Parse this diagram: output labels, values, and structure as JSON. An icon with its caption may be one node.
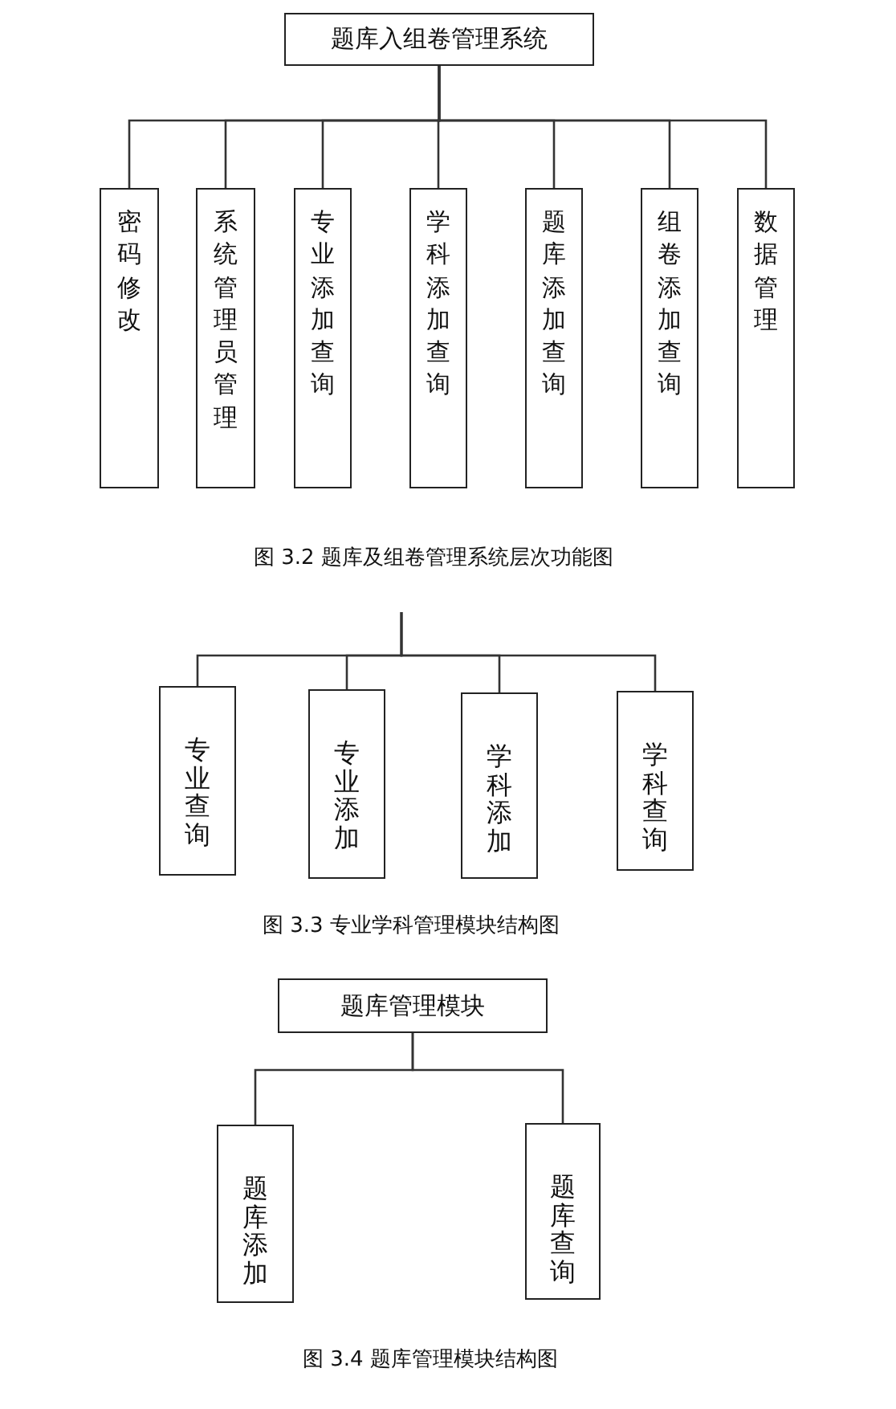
{
  "diagram": {
    "nodes": [
      {
        "text": [
          "题库入组卷管理系统"
        ]
      },
      {
        "text": [
          "密码修改"
        ]
      },
      {
        "text": [
          "系统管理员管理"
        ]
      },
      {
        "text": [
          "专业添加查询"
        ]
      },
      {
        "text": [
          "学科添加查询"
        ]
      },
      {
        "text": [
          "题库添加查询"
        ]
      },
      {
        "text": [
          "组卷添加查询"
        ]
      },
      {
        "text": [
          "数据管理"
        ]
      },
      {
        "text": [
          "专业查询"
        ]
      },
      {
        "text": [
          "专业添加"
        ]
      },
      {
        "text": [
          "学科添加"
        ]
      },
      {
        "text": [
          "学科查询"
        ]
      },
      {
        "text": [
          "题库管理模块"
        ]
      },
      {
        "text": [
          "题库添加"
        ]
      },
      {
        "text": [
          "题库查询"
        ]
      }
    ],
    "edges": [
      {
        "from": 0,
        "to": 1,
        "arrow": "none"
      },
      {
        "from": 0,
        "to": 2,
        "arrow": "none"
      },
      {
        "from": 0,
        "to": 3,
        "arrow": "none"
      },
      {
        "from": 0,
        "to": 4,
        "arrow": "none"
      },
      {
        "from": 0,
        "to": 5,
        "arrow": "none"
      },
      {
        "from": 0,
        "to": 6,
        "arrow": "none"
      },
      {
        "from": 0,
        "to": 7,
        "arrow": "none"
      },
      {
        "from": null,
        "to": 8,
        "arrow": "none"
      },
      {
        "from": null,
        "to": 9,
        "arrow": "none"
      },
      {
        "from": null,
        "to": 10,
        "arrow": "none"
      },
      {
        "from": null,
        "to": 11,
        "arrow": "none"
      },
      {
        "from": 12,
        "to": 13,
        "arrow": "none"
      },
      {
        "from": 12,
        "to": 14,
        "arrow": "none"
      }
    ],
    "labels": [
      "图 3.2 题库及组卷管理系统层次功能图",
      "图 3.3 专业学科管理模块结构图",
      "图 3.4 题库管理模块结构图"
    ]
  }
}
